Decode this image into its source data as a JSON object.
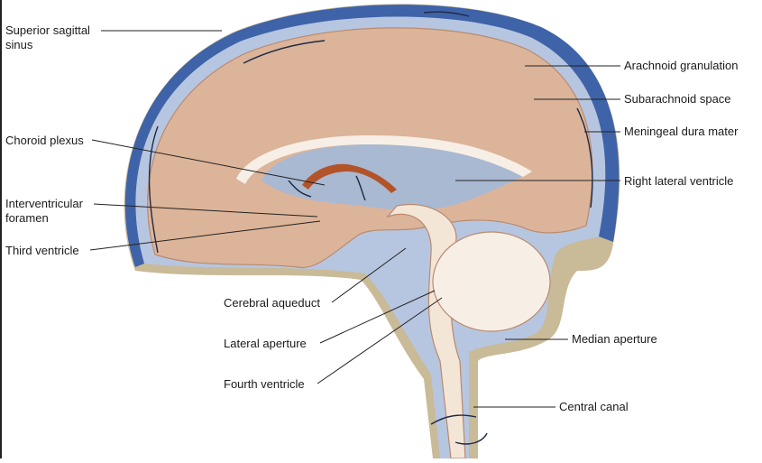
{
  "labels": {
    "superior_sagittal_sinus": "Superior sagittal\nsinus",
    "choroid_plexus": "Choroid plexus",
    "interventricular_foramen": "Interventricular\nforamen",
    "third_ventricle": "Third ventricle",
    "cerebral_aqueduct": "Cerebral aqueduct",
    "lateral_aperture": "Lateral aperture",
    "fourth_ventricle": "Fourth ventricle",
    "arachnoid_granulation": "Arachnoid granulation",
    "subarachnoid_space": "Subarachnoid space",
    "meningeal_dura_mater": "Meningeal dura mater",
    "right_lateral_ventricle": "Right lateral ventricle",
    "median_aperture": "Median aperture",
    "central_canal": "Central canal"
  },
  "colors": {
    "dura": "#c9ba98",
    "sinus": "#3f63a8",
    "csf": "#b7c6e0",
    "brain": "#dcb49a",
    "brain_stroke": "#b98a6f",
    "ventricle": "#a9b9d2",
    "choroid": "#b3532a",
    "stem": "#f3e6d6",
    "cerebellum_white": "#f7efe6",
    "leader": "#222222"
  }
}
